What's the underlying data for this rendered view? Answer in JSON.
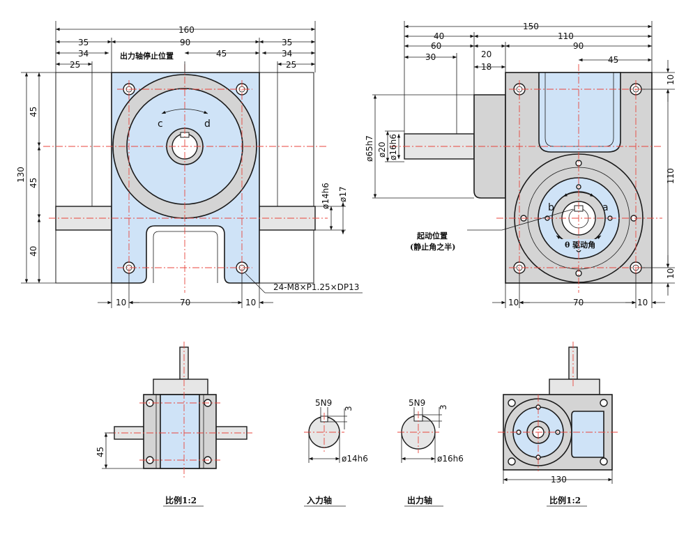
{
  "front": {
    "d160": "160",
    "d90": "90",
    "d35l": "35",
    "d34l": "34",
    "d25l": "25",
    "d45": "45",
    "d35r": "35",
    "d34r": "34",
    "d25r": "25",
    "d130": "130",
    "d45a": "45",
    "d45b": "45",
    "d40": "40",
    "d10a": "10",
    "d70": "70",
    "d10b": "10",
    "phi14": "ø14h6",
    "phi17": "ø17",
    "stop_note": "出力轴停止位置",
    "rot_c": "c",
    "rot_d": "d",
    "hole_callout": "24-M8×P1.25×DP13"
  },
  "side": {
    "d150": "150",
    "d40": "40",
    "d110": "110",
    "d60": "60",
    "d20": "20",
    "d90": "90",
    "d30": "30",
    "d18": "18",
    "d45": "45",
    "phi65": "ø65h7",
    "phi20": "ø20",
    "phi16": "ø16h6",
    "d10t": "10",
    "d110v": "110",
    "d10b": "10",
    "d10a": "10",
    "d70": "70",
    "d10c": "10",
    "rot_b": "b",
    "rot_a": "a",
    "start_note_1": "起动位置",
    "start_note_2": "(静止角之半)",
    "drive_angle": "θ 驱动角"
  },
  "bottom_left": {
    "d45": "45",
    "caption": "比例1:2"
  },
  "input_shaft": {
    "key": "5N9",
    "depth": "3",
    "dia": "ø14h6",
    "caption": "入力轴"
  },
  "output_shaft": {
    "key": "5N9",
    "depth": "3",
    "dia": "ø16h6",
    "caption": "出力轴"
  },
  "bottom_right": {
    "d130": "130",
    "caption": "比例1:2"
  },
  "colors": {
    "body": "#cfe3f7",
    "grey": "#d4d4d4",
    "centerline": "#e8453c"
  }
}
